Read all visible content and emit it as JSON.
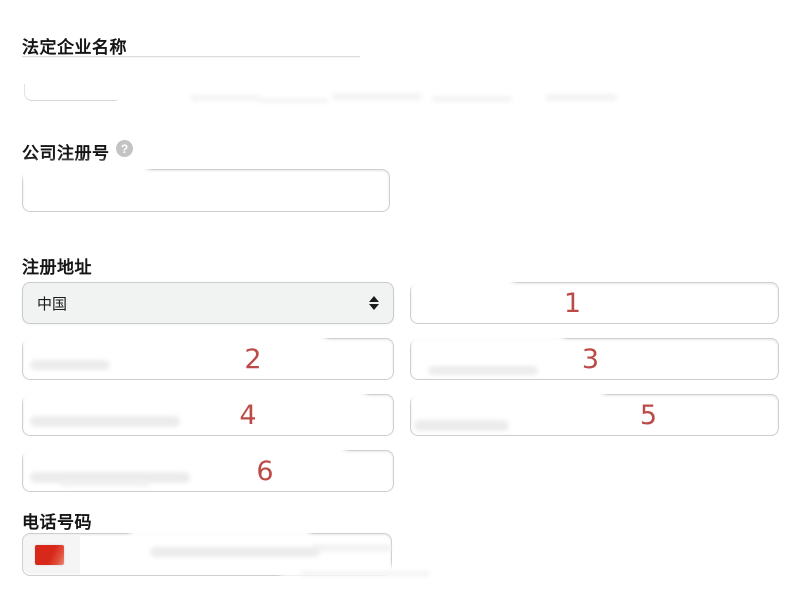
{
  "form": {
    "legal_name": {
      "label": "法定企业名称"
    },
    "company_reg": {
      "label": "公司注册号"
    },
    "address": {
      "label": "注册地址",
      "country": "中国",
      "annotations": [
        "1",
        "2",
        "3",
        "4",
        "5",
        "6"
      ]
    },
    "phone": {
      "label": "电话号码"
    }
  },
  "icons": {
    "help": {
      "name": "question-mark-icon",
      "glyph": "?"
    },
    "select_arrows": {
      "name": "up-down-arrows-icon"
    },
    "country_flag": {
      "name": "china-flag-icon"
    }
  },
  "colors": {
    "annotation_red": "#bc4b47",
    "flag_red": "#d8281a",
    "select_background": "#f1f2f2",
    "input_border": "#cfcfcf"
  }
}
